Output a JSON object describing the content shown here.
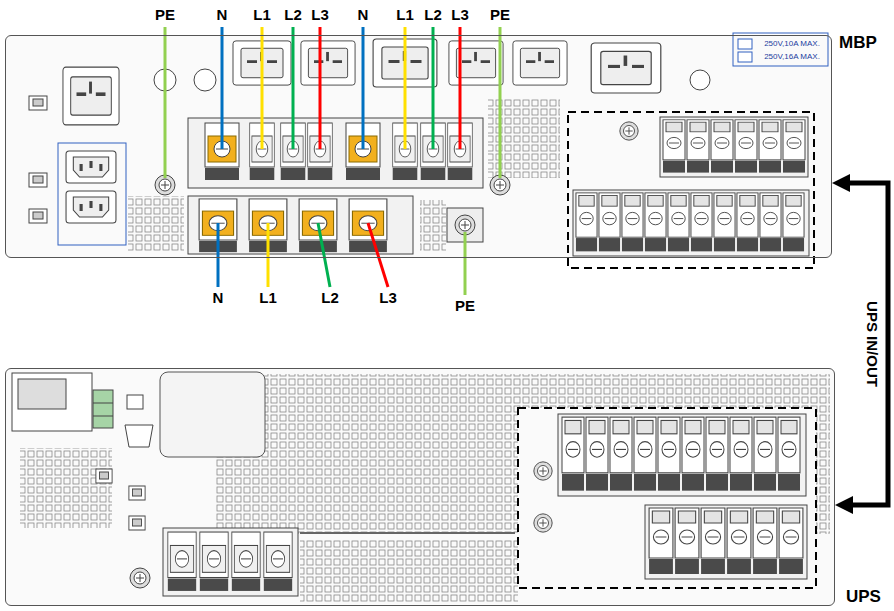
{
  "diagram": {
    "nodes": [
      {
        "text": [
          "MBP"
        ]
      },
      {
        "text": [
          "UPS"
        ]
      }
    ],
    "edges": [
      {
        "from": 0,
        "to": 1,
        "arrow": "both",
        "label": "UPS IN/OUT"
      }
    ],
    "labels": [
      "PE",
      "N",
      "L1",
      "L2",
      "L3",
      "N",
      "L1",
      "L2",
      "L3",
      "PE",
      "N",
      "L1",
      "L2",
      "L3",
      "PE",
      "250V,10A MAX.",
      "250V,16A MAX."
    ]
  }
}
